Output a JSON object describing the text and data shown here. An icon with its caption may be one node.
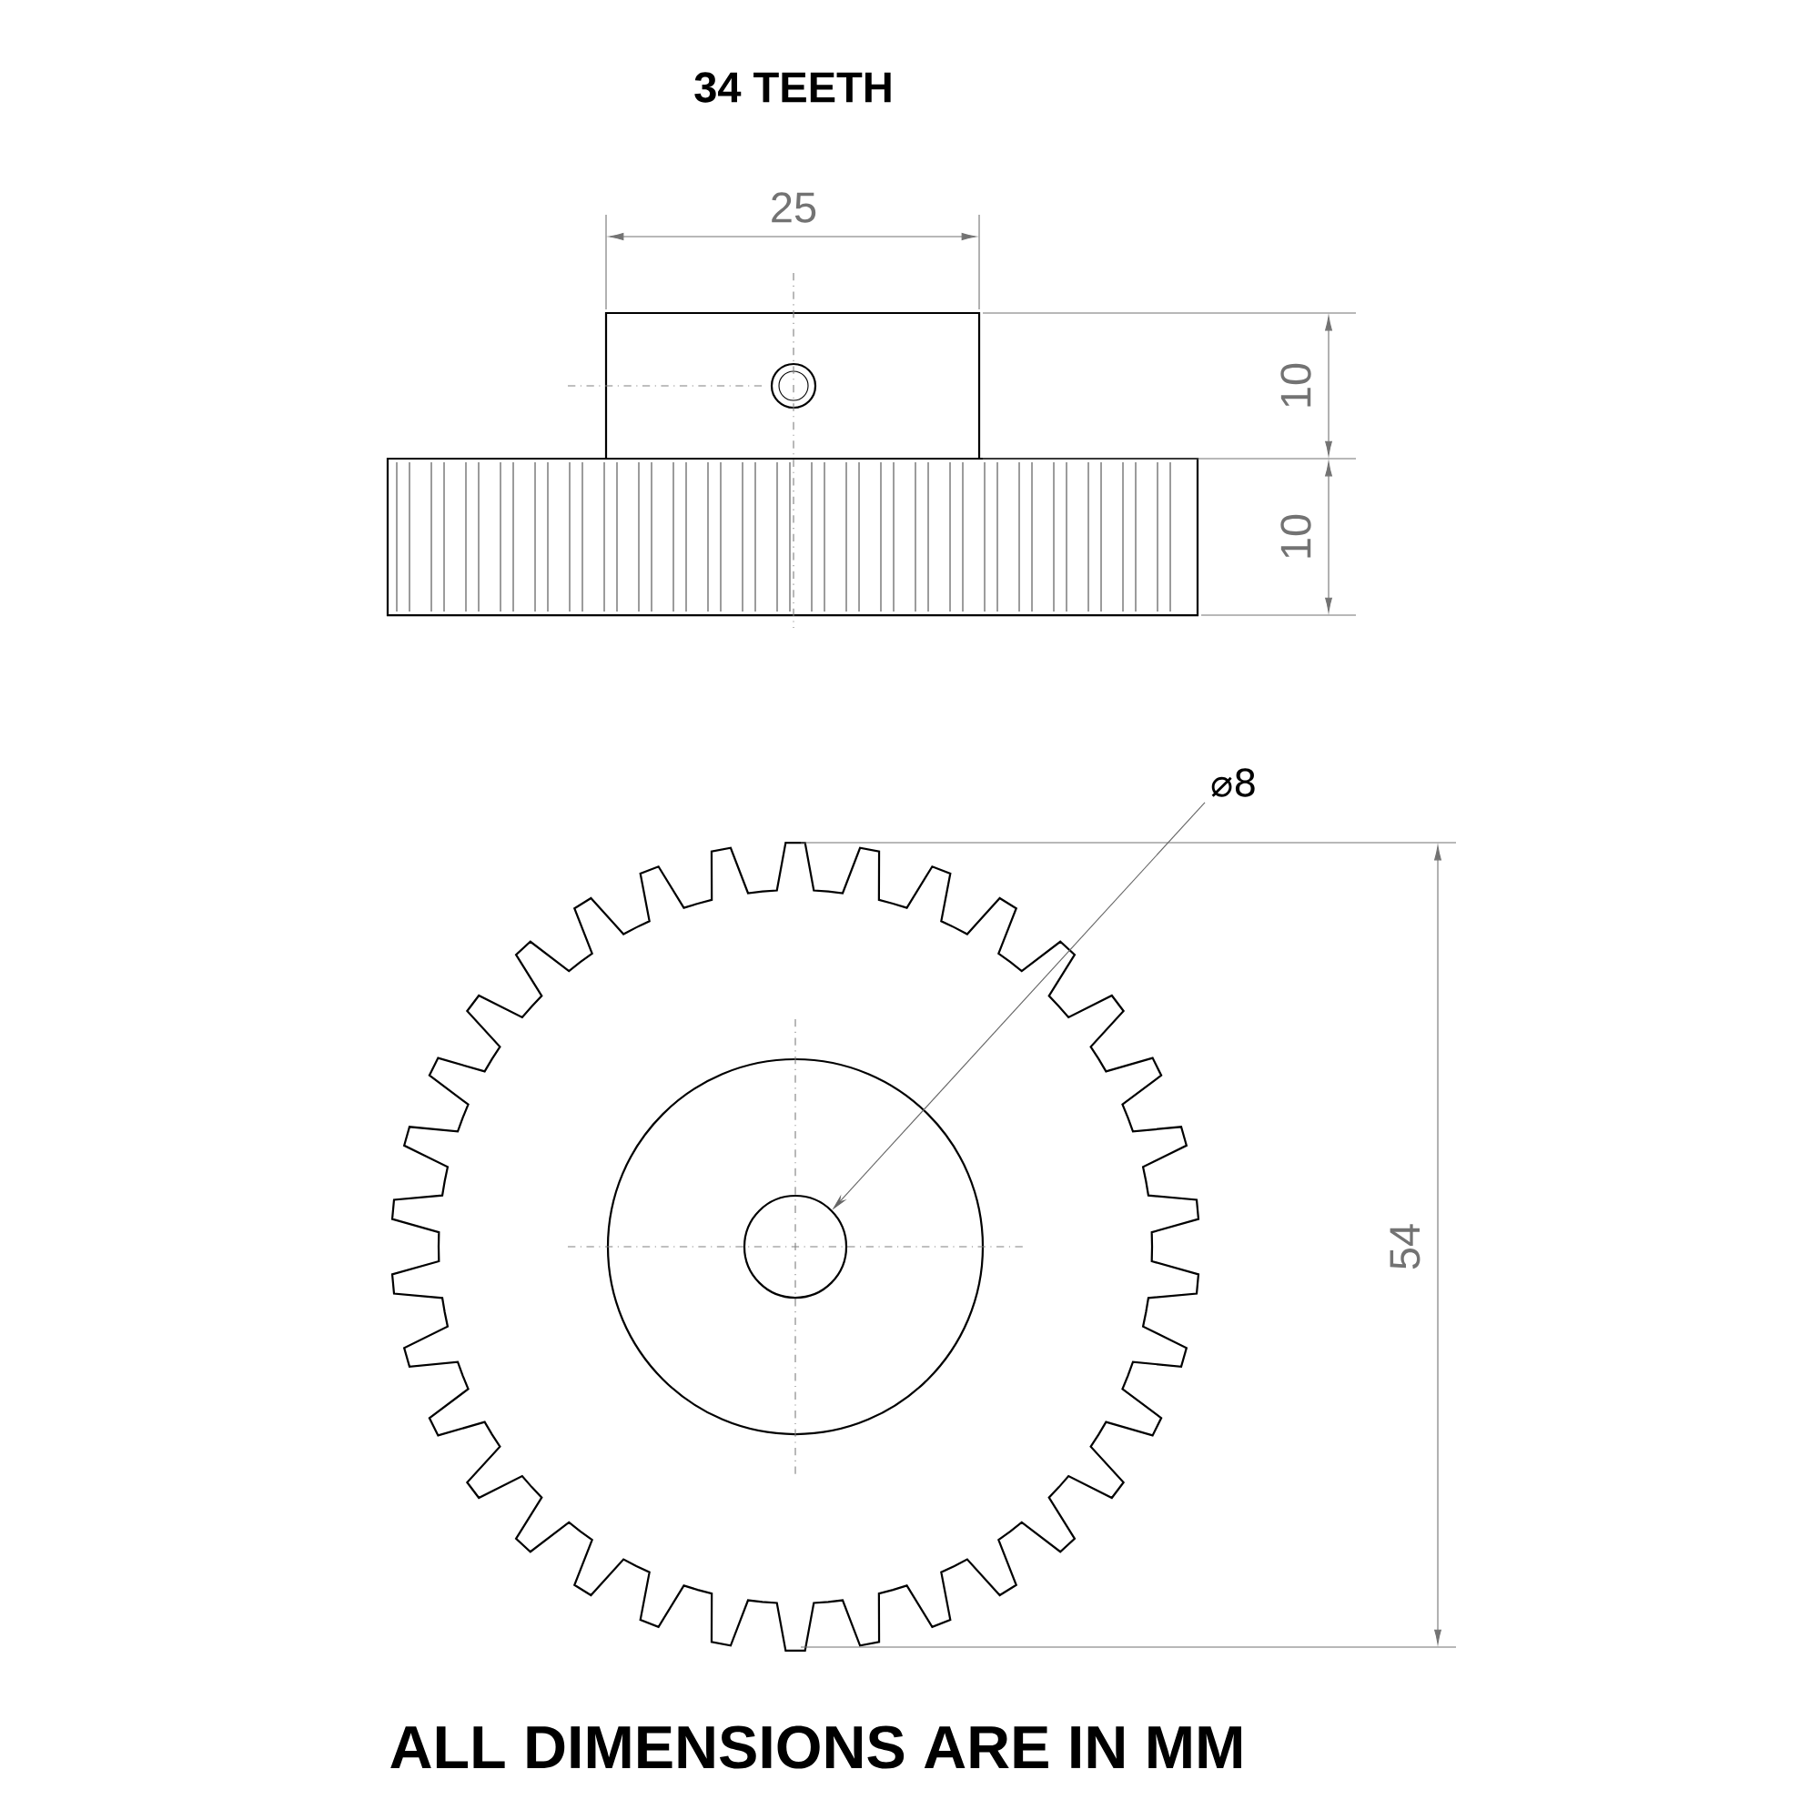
{
  "diagram": {
    "title": "34 TEETH",
    "caption": "ALL DIMENSIONS ARE IN MM",
    "nodes": [
      {
        "text": [
          "⌀8"
        ]
      },
      {
        "text": [],
        "shape": "circle"
      }
    ],
    "edges": [
      {
        "from": 0,
        "to": 1,
        "arrow": "to"
      }
    ],
    "labels": [
      "25",
      "10",
      "10",
      "54"
    ]
  }
}
